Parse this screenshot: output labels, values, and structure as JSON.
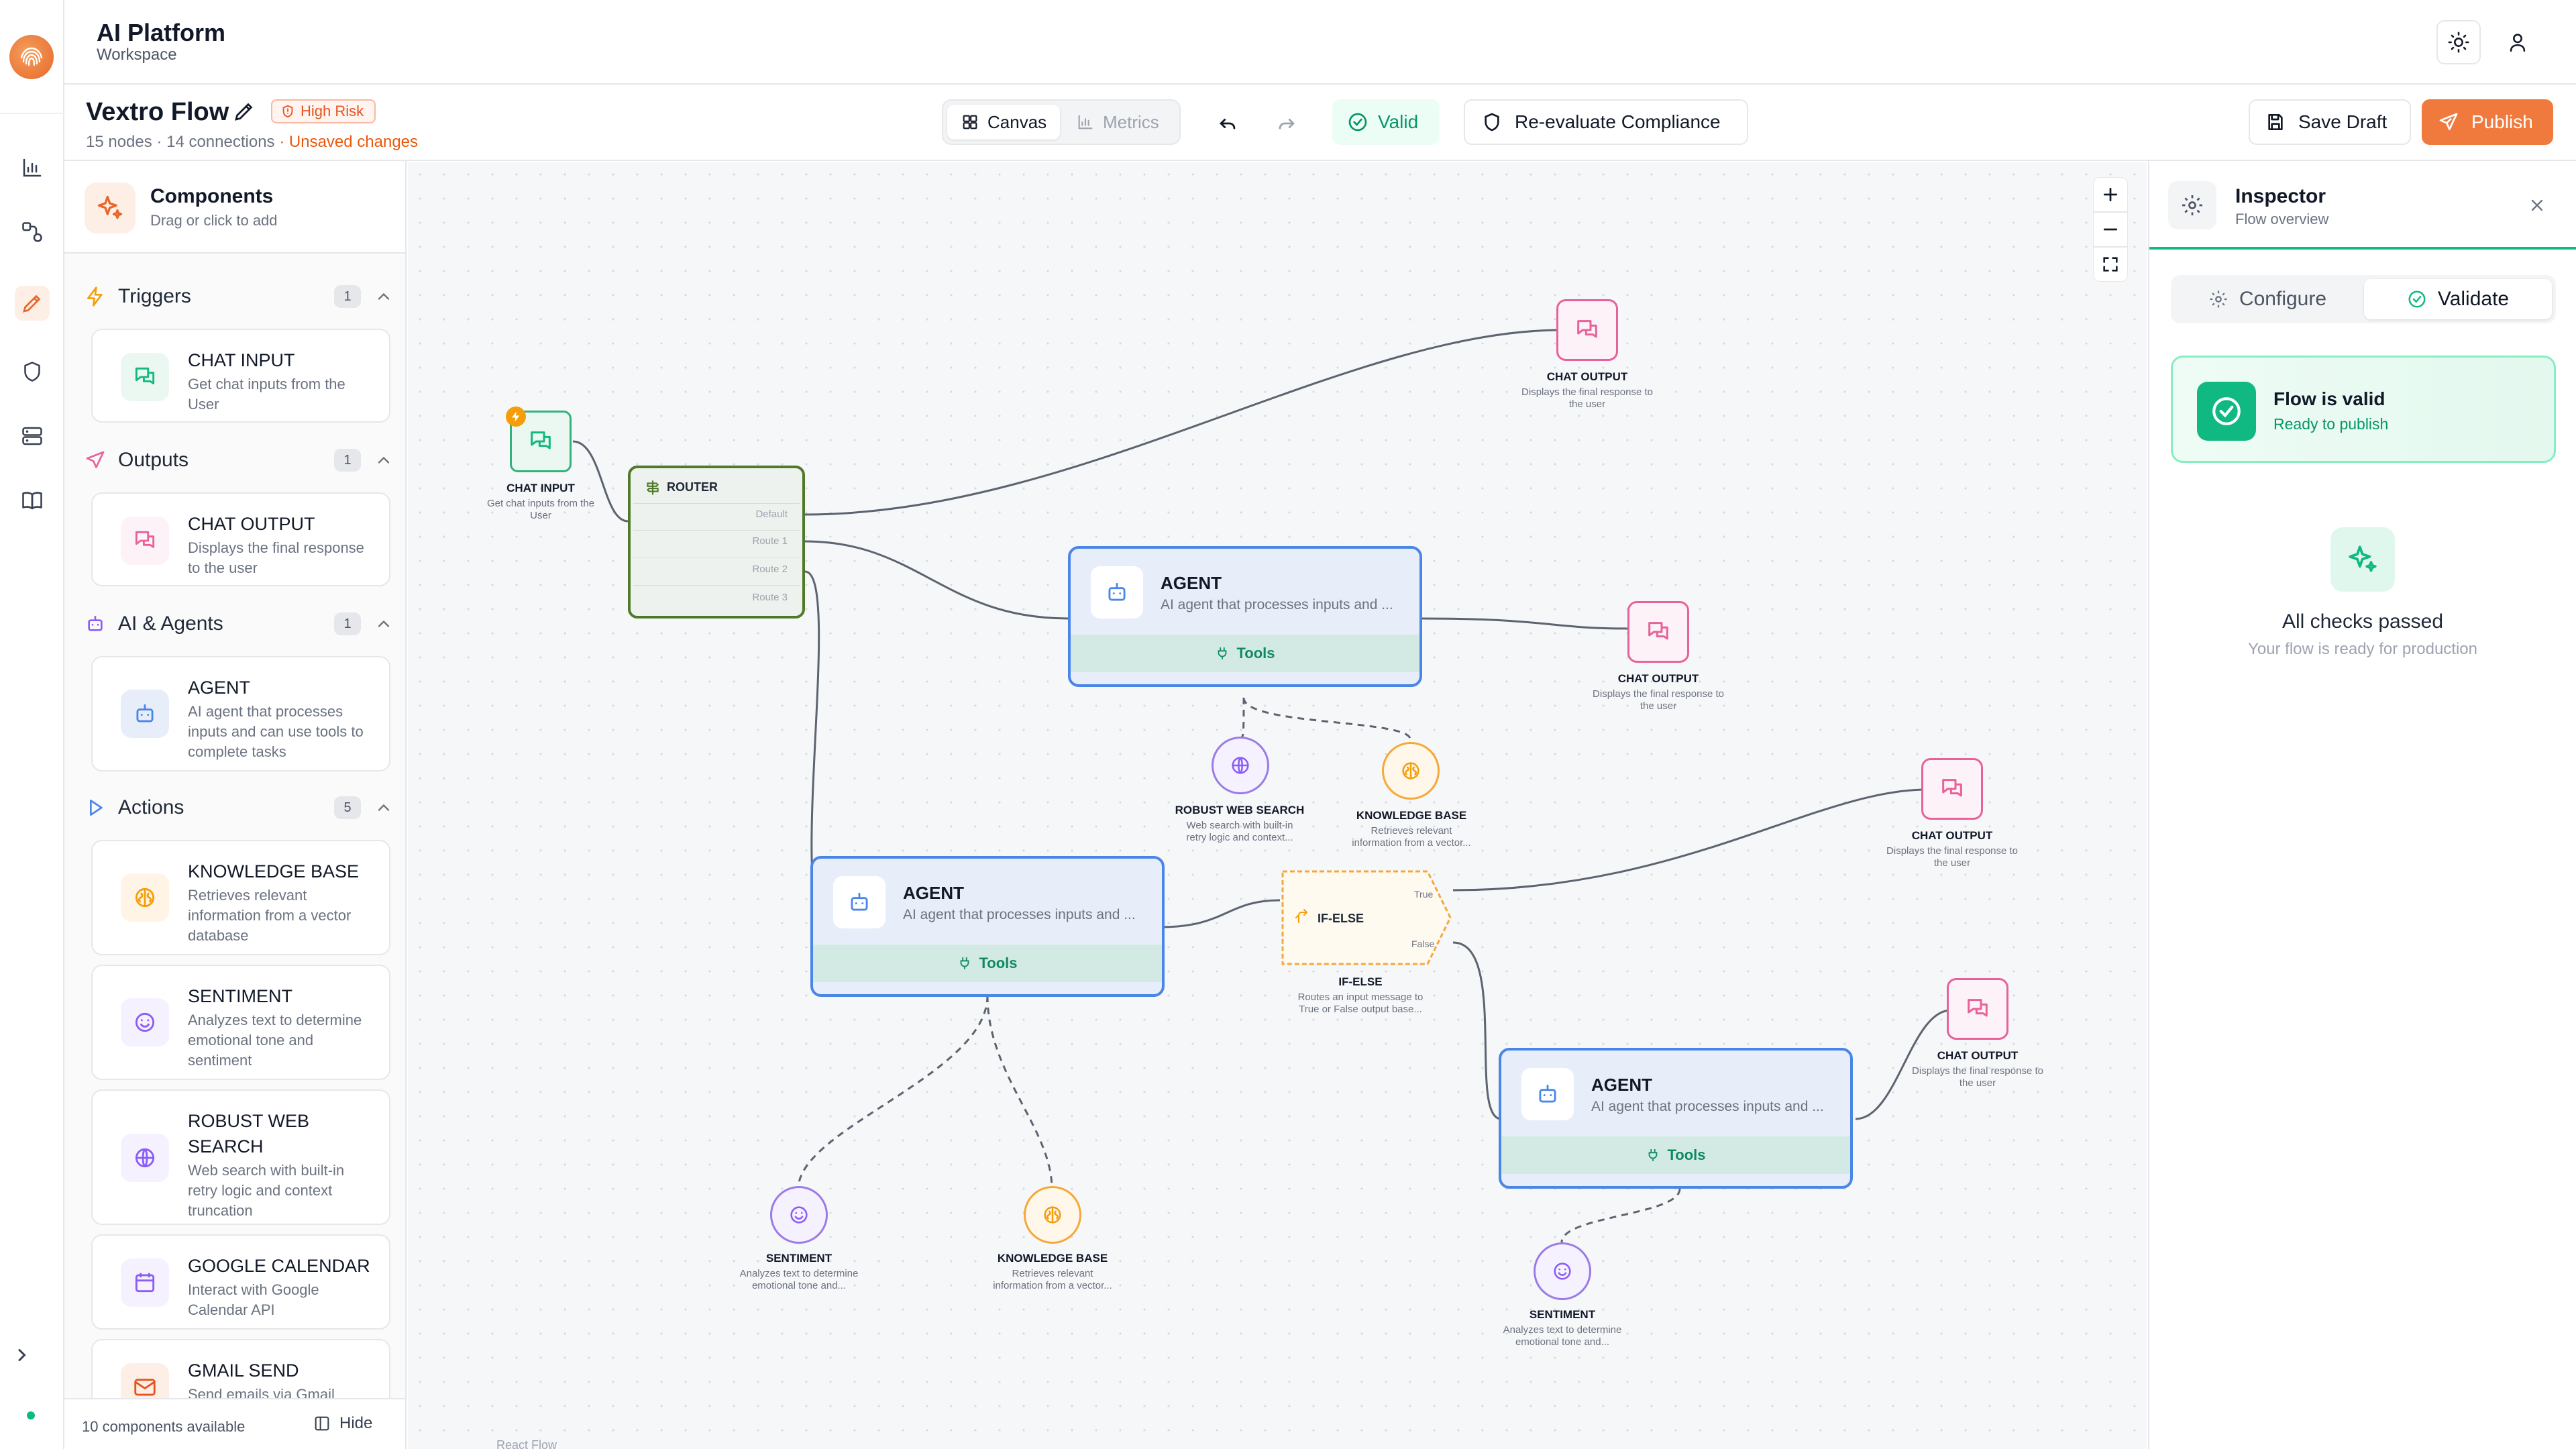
{
  "app": {
    "title": "AI Platform",
    "subtitle": "Workspace"
  },
  "flow": {
    "name": "Vextro Flow",
    "risk_badge": "High Risk",
    "node_count": "15 nodes",
    "connection_count": "14 connections",
    "unsaved": "Unsaved changes"
  },
  "toolbar": {
    "canvas_label": "Canvas",
    "metrics_label": "Metrics",
    "valid_label": "Valid",
    "reevaluate_label": "Re-evaluate Compliance",
    "save_draft_label": "Save Draft",
    "publish_label": "Publish"
  },
  "rail": {
    "items": [
      "chart-icon",
      "flow-icon",
      "pencil-icon",
      "shield-icon",
      "server-icon",
      "book-icon"
    ]
  },
  "components": {
    "title": "Components",
    "subtitle": "Drag or click to add",
    "categories": [
      {
        "label": "Triggers",
        "count": "1"
      },
      {
        "label": "Outputs",
        "count": "1"
      },
      {
        "label": "AI & Agents",
        "count": "1"
      },
      {
        "label": "Actions",
        "count": "5"
      }
    ],
    "cards": [
      {
        "title": "CHAT INPUT",
        "desc": "Get chat inputs from the User"
      },
      {
        "title": "CHAT OUTPUT",
        "desc": "Displays the final response to the user"
      },
      {
        "title": "AGENT",
        "desc": "AI agent that processes inputs and can use tools to complete tasks"
      },
      {
        "title": "KNOWLEDGE BASE",
        "desc": "Retrieves relevant information from a vector database"
      },
      {
        "title": "SENTIMENT",
        "desc": "Analyzes text to determine emotional tone and sentiment"
      },
      {
        "title": "ROBUST WEB SEARCH",
        "desc": "Web search with built-in retry logic and context truncation"
      },
      {
        "title": "GOOGLE CALENDAR",
        "desc": "Interact with Google Calendar API"
      },
      {
        "title": "GMAIL SEND",
        "desc": "Send emails via Gmail"
      }
    ],
    "footer_count": "10 components available",
    "hide_label": "Hide"
  },
  "canvas": {
    "attribution": "React Flow",
    "chat_input": {
      "label": "CHAT INPUT",
      "desc": "Get chat inputs from the User"
    },
    "router": {
      "title": "ROUTER",
      "routes": [
        "Default",
        "Route 1",
        "Route 2",
        "Route 3"
      ]
    },
    "agents": [
      {
        "title": "AGENT",
        "desc": "AI agent that processes inputs and ...",
        "tools": "Tools"
      },
      {
        "title": "AGENT",
        "desc": "AI agent that processes inputs and ...",
        "tools": "Tools"
      },
      {
        "title": "AGENT",
        "desc": "AI agent that processes inputs and ...",
        "tools": "Tools"
      }
    ],
    "outputs": [
      {
        "label": "CHAT OUTPUT",
        "desc": "Displays the final response to the user"
      },
      {
        "label": "CHAT OUTPUT",
        "desc": "Displays the final response to the user"
      },
      {
        "label": "CHAT OUTPUT",
        "desc": "Displays the final response to the user"
      },
      {
        "label": "CHAT OUTPUT",
        "desc": "Displays the final response to the user"
      }
    ],
    "tool_nodes": [
      {
        "label": "ROBUST WEB SEARCH",
        "desc": "Web search with built-in retry logic and context..."
      },
      {
        "label": "KNOWLEDGE BASE",
        "desc": "Retrieves relevant information from a vector..."
      },
      {
        "label": "SENTIMENT",
        "desc": "Analyzes text to determine emotional tone and..."
      },
      {
        "label": "KNOWLEDGE BASE",
        "desc": "Retrieves relevant information from a vector..."
      },
      {
        "label": "SENTIMENT",
        "desc": "Analyzes text to determine emotional tone and..."
      }
    ],
    "ifelse": {
      "title": "IF-ELSE",
      "true_label": "True",
      "false_label": "False",
      "label": "IF-ELSE",
      "desc": "Routes an input message to True or False output base..."
    }
  },
  "inspector": {
    "title": "Inspector",
    "subtitle": "Flow overview",
    "tab_configure": "Configure",
    "tab_validate": "Validate",
    "valid_title": "Flow is valid",
    "valid_sub": "Ready to publish",
    "checks_title": "All checks passed",
    "checks_sub": "Your flow is ready for production"
  },
  "colors": {
    "accent": "#f07a3e",
    "success": "#10b981",
    "agent_border": "#4a86e8",
    "output_pink": "#e8629a",
    "router_green": "#4e7a2a",
    "ifelse_orange": "#f5a83a",
    "tool_purple": "#9b7be8"
  }
}
